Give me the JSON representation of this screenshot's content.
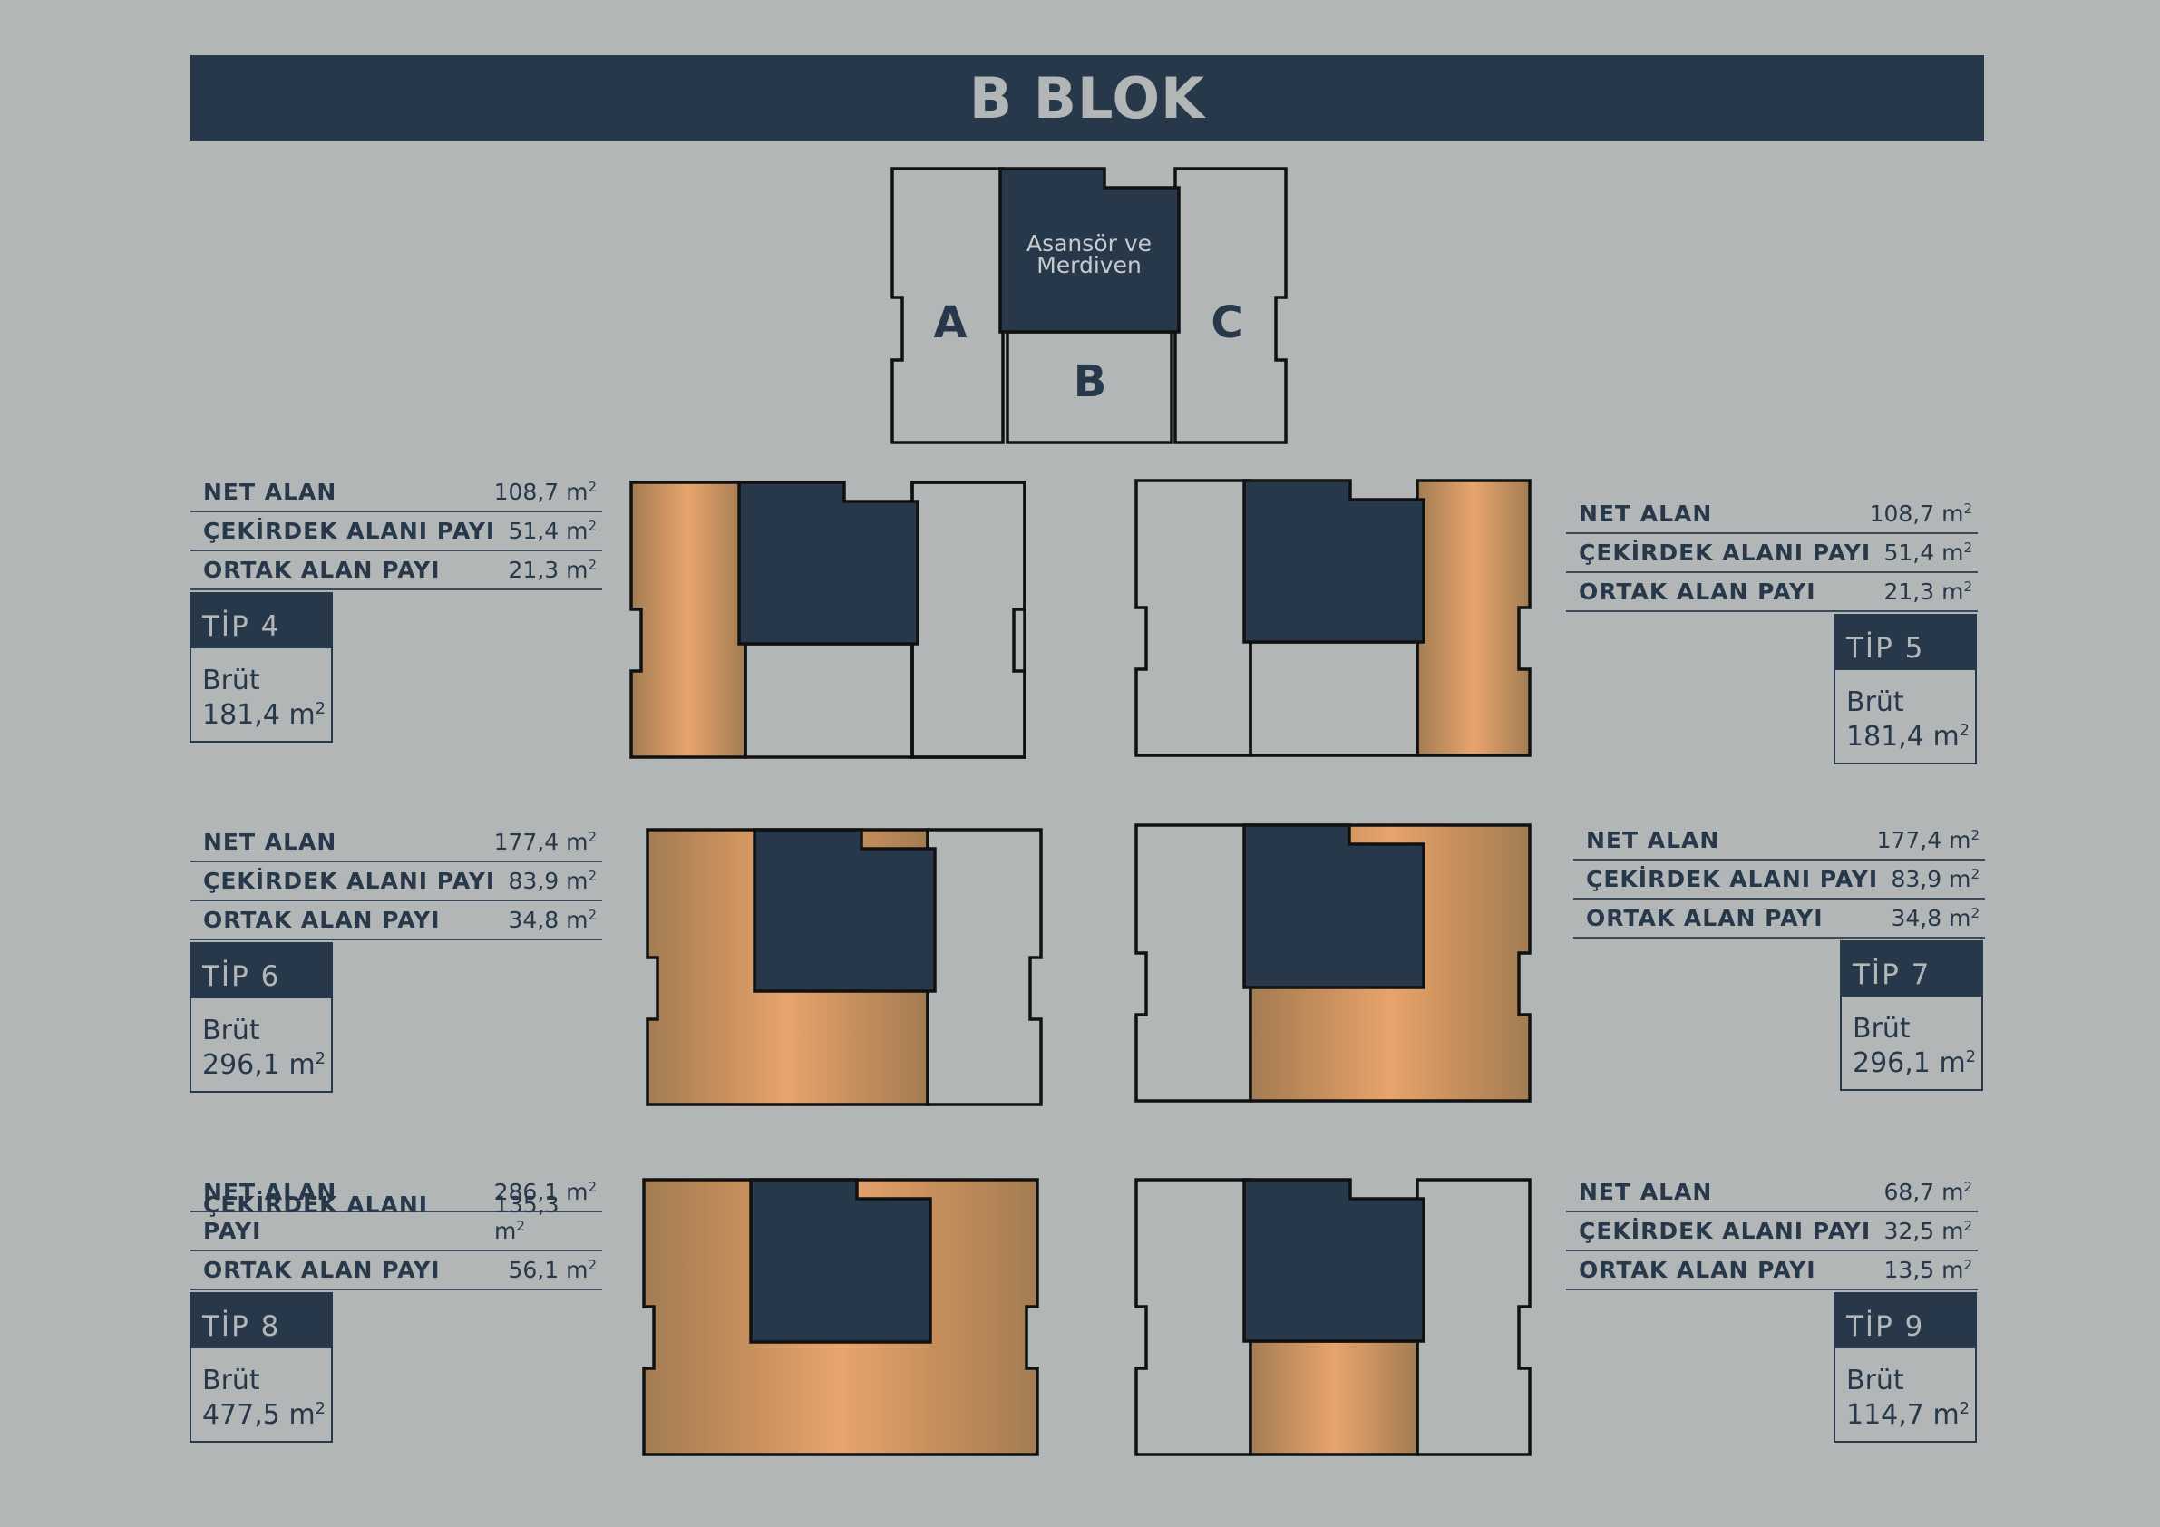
{
  "header": {
    "title": "B BLOK"
  },
  "key_plan": {
    "core_label_line1": "Asansör ve",
    "core_label_line2": "Merdiven",
    "unit_a": "A",
    "unit_b": "B",
    "unit_c": "C"
  },
  "colors": {
    "dark": "#27384a",
    "background": "#b3b6b7",
    "copper_light": "#e8a46c",
    "copper_dark": "#a37c53"
  },
  "labels": {
    "net": "NET ALAN",
    "core": "ÇEKİRDEK ALANI PAYI",
    "common": "ORTAK ALAN PAYI",
    "gross": "Brüt",
    "unit": "m",
    "unit_exp": "2"
  },
  "types": [
    {
      "tip": "TİP 4",
      "net": "108,7",
      "core": "51,4",
      "common": "21,3",
      "gross": "181,4"
    },
    {
      "tip": "TİP 5",
      "net": "108,7",
      "core": "51,4",
      "common": "21,3",
      "gross": "181,4"
    },
    {
      "tip": "TİP 6",
      "net": "177,4",
      "core": "83,9",
      "common": "34,8",
      "gross": "296,1"
    },
    {
      "tip": "TİP 7",
      "net": "177,4",
      "core": "83,9",
      "common": "34,8",
      "gross": "296,1"
    },
    {
      "tip": "TİP 8",
      "net": "286,1",
      "core": "135,3",
      "common": "56,1",
      "gross": "477,5"
    },
    {
      "tip": "TİP 9",
      "net": "68,7",
      "core": "32,5",
      "common": "13,5",
      "gross": "114,7"
    }
  ]
}
